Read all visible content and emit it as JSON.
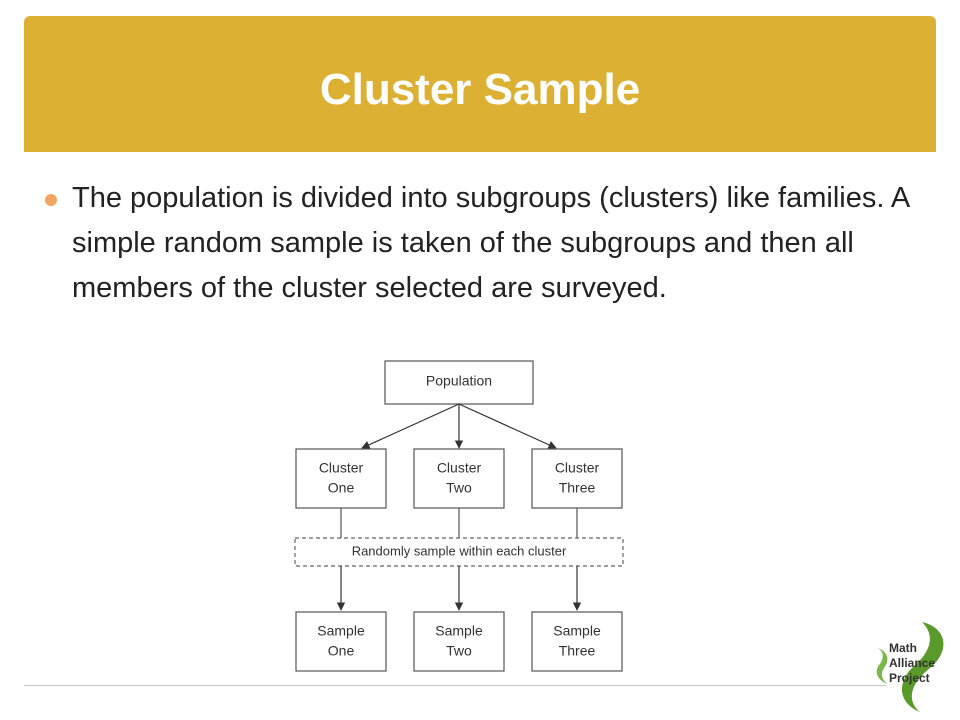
{
  "slide": {
    "title": "Cluster Sample",
    "bullet": "The population is divided into subgroups (clusters) like families.  A simple random sample is taken of the subgroups and then all members of the cluster selected are surveyed."
  },
  "diagram": {
    "population": "Population",
    "clusters": [
      {
        "line1": "Cluster",
        "line2": "One"
      },
      {
        "line1": "Cluster",
        "line2": "Two"
      },
      {
        "line1": "Cluster",
        "line2": "Three"
      }
    ],
    "step": "Randomly sample within each cluster",
    "samples": [
      {
        "line1": "Sample",
        "line2": "One"
      },
      {
        "line1": "Sample",
        "line2": "Two"
      },
      {
        "line1": "Sample",
        "line2": "Three"
      }
    ]
  },
  "logo": {
    "line1": "Math",
    "line2": "Alliance",
    "line3": "Project"
  },
  "colors": {
    "title_bar": "#dcb032",
    "bullet": "#f4a460",
    "logo_green": "#5a9a2a"
  }
}
